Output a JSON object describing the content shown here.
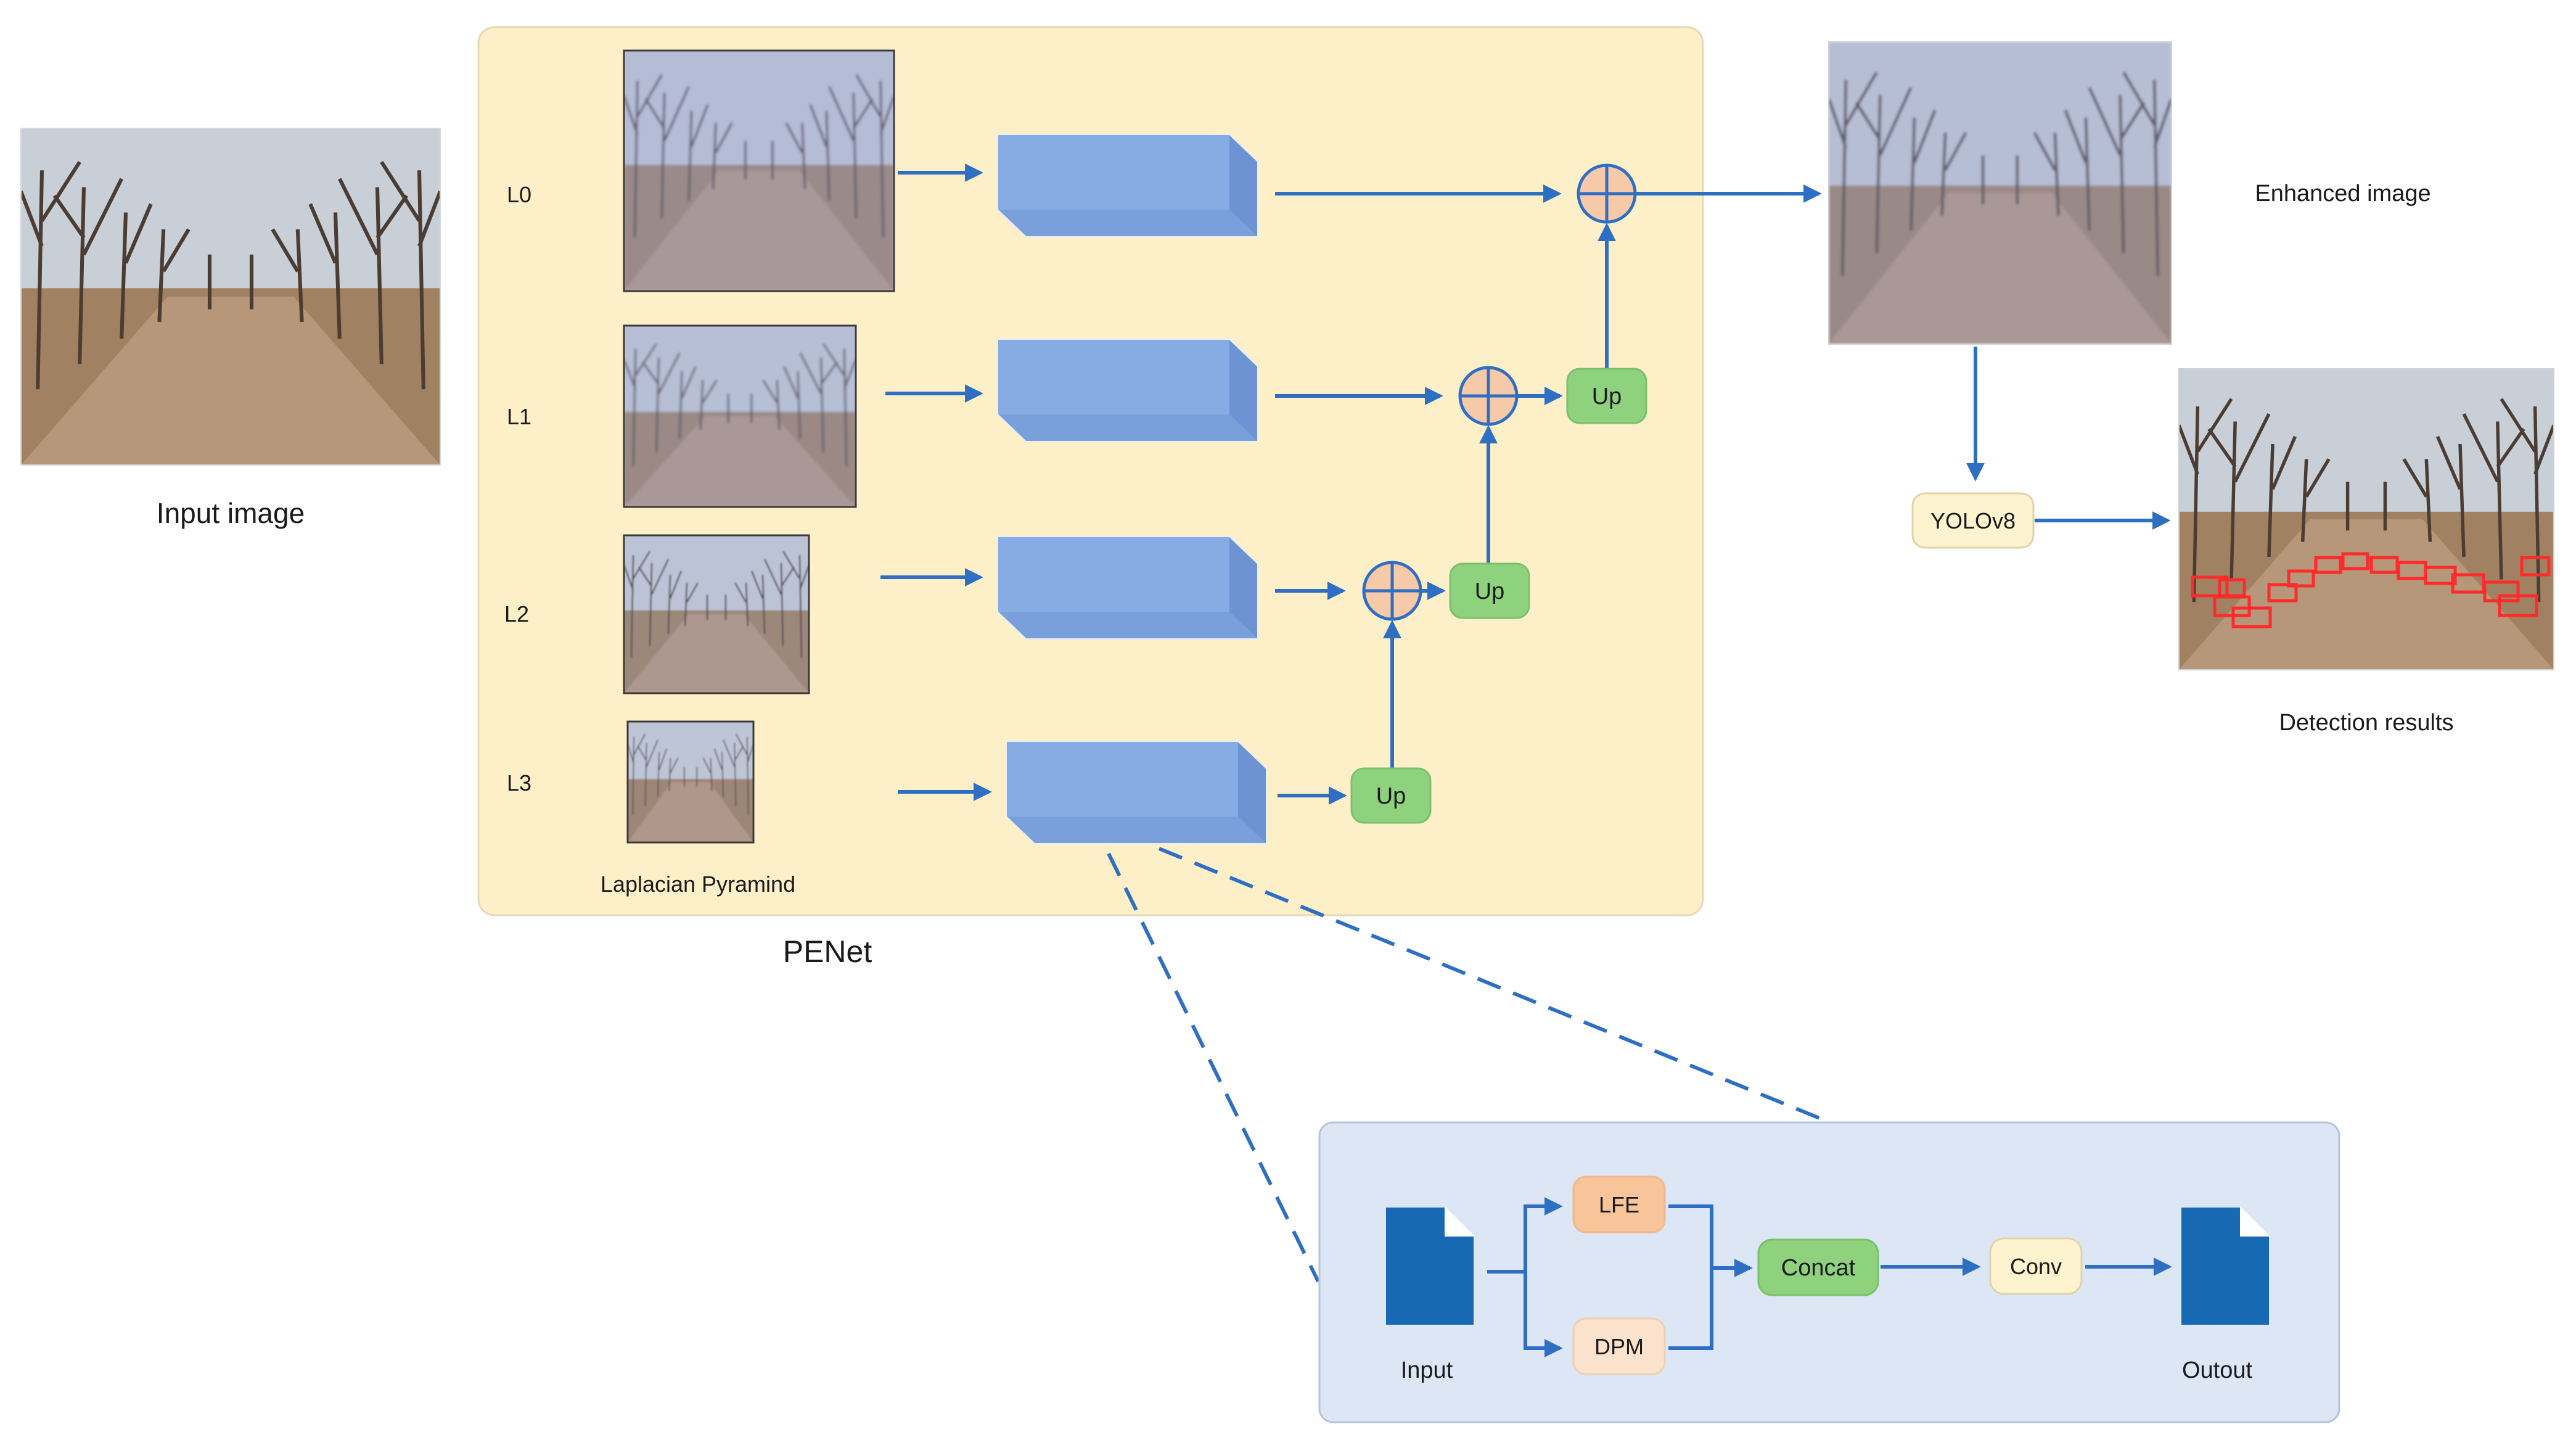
{
  "input": {
    "label": "Input image"
  },
  "penet": {
    "label": "PENet",
    "pyramid_caption": "Laplacian Pyramind",
    "levels": [
      "L0",
      "L1",
      "L2",
      "L3"
    ],
    "up_label": "Up"
  },
  "output": {
    "enhanced_label": "Enhanced image",
    "detector_label": "YOLOv8",
    "detection_label": "Detection results"
  },
  "module": {
    "input_label": "Input",
    "lfe_label": "LFE",
    "dpm_label": "DPM",
    "concat_label": "Concat",
    "conv_label": "Conv",
    "output_label": "Outout"
  },
  "colors": {
    "penet_bg": "#fdf0c8",
    "module_bg": "#dde6f4",
    "block_front": "#87ace3",
    "block_side": "#6d93d2",
    "arrow": "#2e6fc4",
    "up_box": "#8fd27e",
    "concat_box": "#8fd27e",
    "lfe_box": "#f8c59a",
    "dpm_box": "#fbe2cc",
    "conv_box": "#fdf3cf",
    "yolo_box": "#fdf3cf",
    "sum_circle": "#f6c9a8",
    "file_icon": "#1769b4"
  }
}
